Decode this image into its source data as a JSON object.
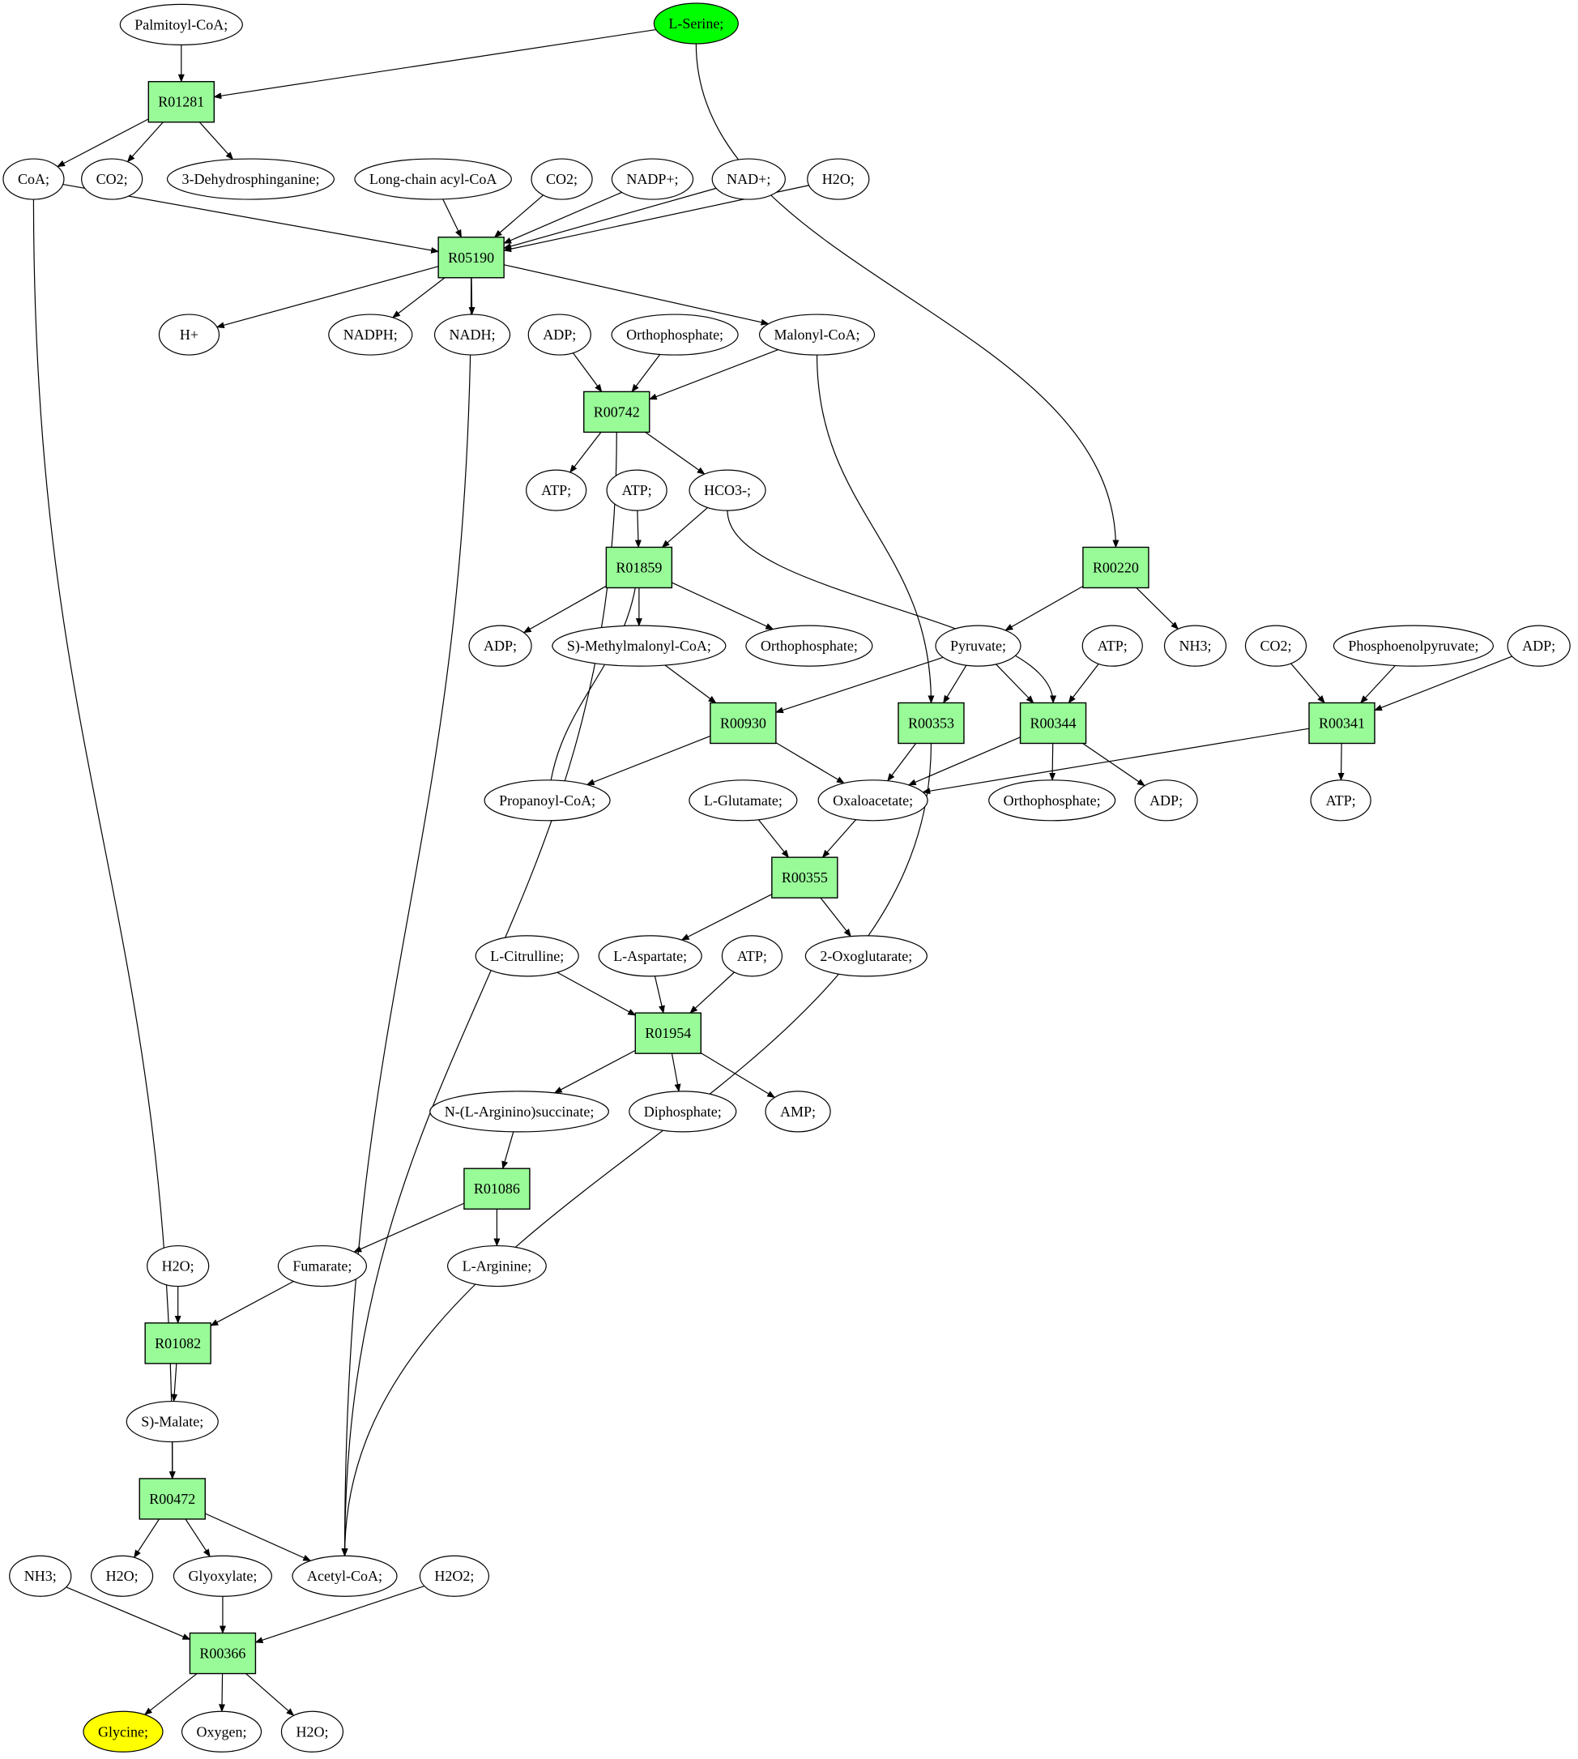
{
  "colors": {
    "reaction_fill": "#98fb98",
    "start_fill": "#00ff00",
    "end_fill": "#ffff00",
    "compound_fill": "#ffffff"
  },
  "nodes": {
    "palmitoyl_coa": {
      "label": "Palmitoyl-CoA;",
      "kind": "compound"
    },
    "l_serine": {
      "label": "L-Serine;",
      "kind": "start"
    },
    "r01281": {
      "label": "R01281",
      "kind": "reaction"
    },
    "coa": {
      "label": "CoA;",
      "kind": "compound"
    },
    "co2_a": {
      "label": "CO2;",
      "kind": "compound"
    },
    "dehydrosphinganine": {
      "label": "3-Dehydrosphinganine;",
      "kind": "compound"
    },
    "long_chain_acyl_coa": {
      "label": "Long-chain acyl-CoA",
      "kind": "compound"
    },
    "co2_b": {
      "label": "CO2;",
      "kind": "compound"
    },
    "nadp": {
      "label": "NADP+;",
      "kind": "compound"
    },
    "nad": {
      "label": "NAD+;",
      "kind": "compound"
    },
    "h2o_a": {
      "label": "H2O;",
      "kind": "compound"
    },
    "r05190": {
      "label": "R05190",
      "kind": "reaction"
    },
    "h_plus": {
      "label": "H+",
      "kind": "compound"
    },
    "nadph": {
      "label": "NADPH;",
      "kind": "compound"
    },
    "nadh": {
      "label": "NADH;",
      "kind": "compound"
    },
    "adp_a": {
      "label": "ADP;",
      "kind": "compound"
    },
    "orthophosphate_a": {
      "label": "Orthophosphate;",
      "kind": "compound"
    },
    "malonyl_coa": {
      "label": "Malonyl-CoA;",
      "kind": "compound"
    },
    "r00742": {
      "label": "R00742",
      "kind": "reaction"
    },
    "atp_a": {
      "label": "ATP;",
      "kind": "compound"
    },
    "atp_b": {
      "label": "ATP;",
      "kind": "compound"
    },
    "hco3": {
      "label": "HCO3-;",
      "kind": "compound"
    },
    "r01859": {
      "label": "R01859",
      "kind": "reaction"
    },
    "r00220": {
      "label": "R00220",
      "kind": "reaction"
    },
    "adp_b": {
      "label": "ADP;",
      "kind": "compound"
    },
    "methylmalonyl_coa": {
      "label": "S)-Methylmalonyl-CoA;",
      "kind": "compound"
    },
    "orthophosphate_b": {
      "label": "Orthophosphate;",
      "kind": "compound"
    },
    "pyruvate": {
      "label": "Pyruvate;",
      "kind": "compound"
    },
    "atp_c": {
      "label": "ATP;",
      "kind": "compound"
    },
    "nh3_a": {
      "label": "NH3;",
      "kind": "compound"
    },
    "co2_c": {
      "label": "CO2;",
      "kind": "compound"
    },
    "phosphoenolpyruvate": {
      "label": "Phosphoenolpyruvate;",
      "kind": "compound"
    },
    "adp_c": {
      "label": "ADP;",
      "kind": "compound"
    },
    "r00930": {
      "label": "R00930",
      "kind": "reaction"
    },
    "r00353": {
      "label": "R00353",
      "kind": "reaction"
    },
    "r00344": {
      "label": "R00344",
      "kind": "reaction"
    },
    "r00341": {
      "label": "R00341",
      "kind": "reaction"
    },
    "propanoyl_coa": {
      "label": "Propanoyl-CoA;",
      "kind": "compound"
    },
    "l_glutamate": {
      "label": "L-Glutamate;",
      "kind": "compound"
    },
    "oxaloacetate": {
      "label": "Oxaloacetate;",
      "kind": "compound"
    },
    "orthophosphate_c": {
      "label": "Orthophosphate;",
      "kind": "compound"
    },
    "adp_d": {
      "label": "ADP;",
      "kind": "compound"
    },
    "atp_d": {
      "label": "ATP;",
      "kind": "compound"
    },
    "r00355": {
      "label": "R00355",
      "kind": "reaction"
    },
    "l_citrulline": {
      "label": "L-Citrulline;",
      "kind": "compound"
    },
    "l_aspartate": {
      "label": "L-Aspartate;",
      "kind": "compound"
    },
    "atp_e": {
      "label": "ATP;",
      "kind": "compound"
    },
    "oxoglutarate": {
      "label": "2-Oxoglutarate;",
      "kind": "compound"
    },
    "r01954": {
      "label": "R01954",
      "kind": "reaction"
    },
    "arginino_succinate": {
      "label": "N-(L-Arginino)succinate;",
      "kind": "compound"
    },
    "diphosphate": {
      "label": "Diphosphate;",
      "kind": "compound"
    },
    "amp": {
      "label": "AMP;",
      "kind": "compound"
    },
    "r01086": {
      "label": "R01086",
      "kind": "reaction"
    },
    "h2o_b": {
      "label": "H2O;",
      "kind": "compound"
    },
    "fumarate": {
      "label": "Fumarate;",
      "kind": "compound"
    },
    "l_arginine": {
      "label": "L-Arginine;",
      "kind": "compound"
    },
    "r01082": {
      "label": "R01082",
      "kind": "reaction"
    },
    "s_malate": {
      "label": "S)-Malate;",
      "kind": "compound"
    },
    "r00472": {
      "label": "R00472",
      "kind": "reaction"
    },
    "nh3_b": {
      "label": "NH3;",
      "kind": "compound"
    },
    "h2o_c": {
      "label": "H2O;",
      "kind": "compound"
    },
    "glyoxylate": {
      "label": "Glyoxylate;",
      "kind": "compound"
    },
    "acetyl_coa": {
      "label": "Acetyl-CoA;",
      "kind": "compound"
    },
    "h2o2": {
      "label": "H2O2;",
      "kind": "compound"
    },
    "r00366": {
      "label": "R00366",
      "kind": "reaction"
    },
    "glycine": {
      "label": "Glycine;",
      "kind": "end"
    },
    "oxygen": {
      "label": "Oxygen;",
      "kind": "compound"
    },
    "h2o_d": {
      "label": "H2O;",
      "kind": "compound"
    }
  },
  "edges": [
    [
      "palmitoyl_coa",
      "r01281"
    ],
    [
      "l_serine",
      "r01281"
    ],
    [
      "l_serine",
      "r00220"
    ],
    [
      "r01281",
      "coa"
    ],
    [
      "r01281",
      "co2_a"
    ],
    [
      "r01281",
      "dehydrosphinganine"
    ],
    [
      "coa",
      "r05190"
    ],
    [
      "coa",
      "r00472"
    ],
    [
      "long_chain_acyl_coa",
      "r05190"
    ],
    [
      "co2_b",
      "r05190"
    ],
    [
      "nadp",
      "r05190"
    ],
    [
      "nad",
      "r05190"
    ],
    [
      "h2o_a",
      "r05190"
    ],
    [
      "r05190",
      "h_plus"
    ],
    [
      "r05190",
      "nadph"
    ],
    [
      "r05190",
      "nadh"
    ],
    [
      "r05190",
      "malonyl_coa"
    ],
    [
      "r05190",
      "acetyl_coa"
    ],
    [
      "adp_a",
      "r00742"
    ],
    [
      "orthophosphate_a",
      "r00742"
    ],
    [
      "malonyl_coa",
      "r00742"
    ],
    [
      "malonyl_coa",
      "r00353"
    ],
    [
      "r00742",
      "atp_a"
    ],
    [
      "r00742",
      "hco3"
    ],
    [
      "r00742",
      "acetyl_coa"
    ],
    [
      "atp_b",
      "r01859"
    ],
    [
      "hco3",
      "r01859"
    ],
    [
      "hco3",
      "r00344"
    ],
    [
      "propanoyl_coa",
      "r01859"
    ],
    [
      "r01859",
      "adp_b"
    ],
    [
      "r01859",
      "methylmalonyl_coa"
    ],
    [
      "r01859",
      "orthophosphate_b"
    ],
    [
      "r00220",
      "pyruvate"
    ],
    [
      "r00220",
      "nh3_a"
    ],
    [
      "methylmalonyl_coa",
      "r00930"
    ],
    [
      "pyruvate",
      "r00930"
    ],
    [
      "pyruvate",
      "r00353"
    ],
    [
      "pyruvate",
      "r00344"
    ],
    [
      "atp_c",
      "r00344"
    ],
    [
      "co2_c",
      "r00341"
    ],
    [
      "phosphoenolpyruvate",
      "r00341"
    ],
    [
      "adp_c",
      "r00341"
    ],
    [
      "r00930",
      "propanoyl_coa"
    ],
    [
      "r00930",
      "oxaloacetate"
    ],
    [
      "r00353",
      "oxaloacetate"
    ],
    [
      "r00353",
      "acetyl_coa"
    ],
    [
      "r00344",
      "oxaloacetate"
    ],
    [
      "r00344",
      "orthophosphate_c"
    ],
    [
      "r00344",
      "adp_d"
    ],
    [
      "r00341",
      "oxaloacetate"
    ],
    [
      "r00341",
      "atp_d"
    ],
    [
      "l_glutamate",
      "r00355"
    ],
    [
      "oxaloacetate",
      "r00355"
    ],
    [
      "r00355",
      "l_aspartate"
    ],
    [
      "r00355",
      "oxoglutarate"
    ],
    [
      "l_citrulline",
      "r01954"
    ],
    [
      "l_aspartate",
      "r01954"
    ],
    [
      "atp_e",
      "r01954"
    ],
    [
      "r01954",
      "arginino_succinate"
    ],
    [
      "r01954",
      "diphosphate"
    ],
    [
      "r01954",
      "amp"
    ],
    [
      "arginino_succinate",
      "r01086"
    ],
    [
      "r01086",
      "fumarate"
    ],
    [
      "r01086",
      "l_arginine"
    ],
    [
      "h2o_b",
      "r01082"
    ],
    [
      "fumarate",
      "r01082"
    ],
    [
      "r01082",
      "s_malate"
    ],
    [
      "s_malate",
      "r00472"
    ],
    [
      "r00472",
      "h2o_c"
    ],
    [
      "r00472",
      "glyoxylate"
    ],
    [
      "r00472",
      "acetyl_coa"
    ],
    [
      "nh3_b",
      "r00366"
    ],
    [
      "glyoxylate",
      "r00366"
    ],
    [
      "h2o2",
      "r00366"
    ],
    [
      "r00366",
      "glycine"
    ],
    [
      "r00366",
      "oxygen"
    ],
    [
      "r00366",
      "h2o_d"
    ]
  ]
}
